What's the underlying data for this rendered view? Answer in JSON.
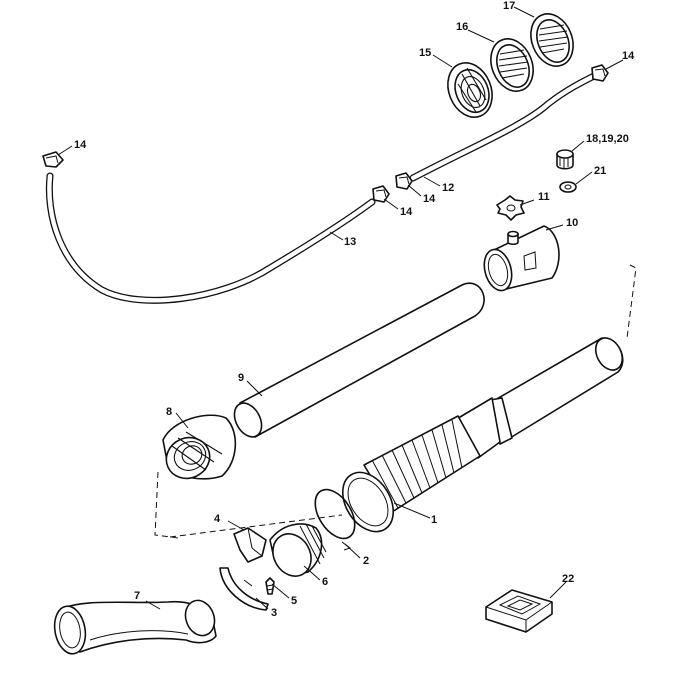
{
  "callouts": [
    {
      "id": "c1",
      "text": "1"
    },
    {
      "id": "c2",
      "text": "2"
    },
    {
      "id": "c3",
      "text": "3"
    },
    {
      "id": "c4",
      "text": "4"
    },
    {
      "id": "c5",
      "text": "5"
    },
    {
      "id": "c6",
      "text": "6"
    },
    {
      "id": "c7",
      "text": "7"
    },
    {
      "id": "c8",
      "text": "8"
    },
    {
      "id": "c9",
      "text": "9"
    },
    {
      "id": "c10",
      "text": "10"
    },
    {
      "id": "c11",
      "text": "11"
    },
    {
      "id": "c12",
      "text": "12"
    },
    {
      "id": "c13",
      "text": "13"
    },
    {
      "id": "c14a",
      "text": "14"
    },
    {
      "id": "c14b",
      "text": "14"
    },
    {
      "id": "c14c",
      "text": "14"
    },
    {
      "id": "c14d",
      "text": "14"
    },
    {
      "id": "c15",
      "text": "15"
    },
    {
      "id": "c16",
      "text": "16"
    },
    {
      "id": "c17",
      "text": "17"
    },
    {
      "id": "c18",
      "text": "18,19,20"
    },
    {
      "id": "c21",
      "text": "21"
    },
    {
      "id": "c22",
      "text": "22"
    }
  ]
}
